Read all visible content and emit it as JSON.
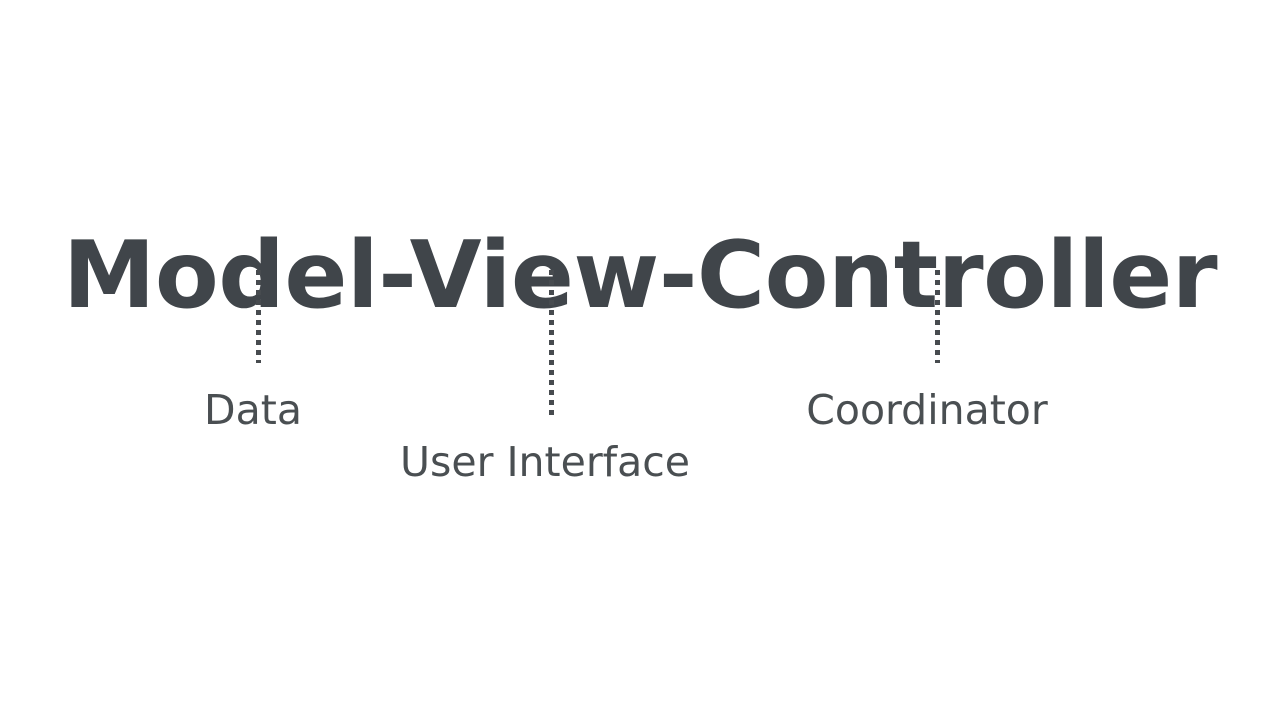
{
  "slide": {
    "background_color": "#ffffff",
    "title": {
      "text": "Model-View-Controller",
      "color": "#40454a"
    },
    "annotations": [
      {
        "id": "model",
        "term": "Model",
        "label": "Data",
        "color": "#4a4f52",
        "connector_color": "#474b4f"
      },
      {
        "id": "view",
        "term": "View",
        "label": "User Interface",
        "color": "#4a4f52",
        "connector_color": "#474b4f"
      },
      {
        "id": "controller",
        "term": "Controller",
        "label": "Coordinator",
        "color": "#4a4f52",
        "connector_color": "#474b4f"
      }
    ]
  }
}
